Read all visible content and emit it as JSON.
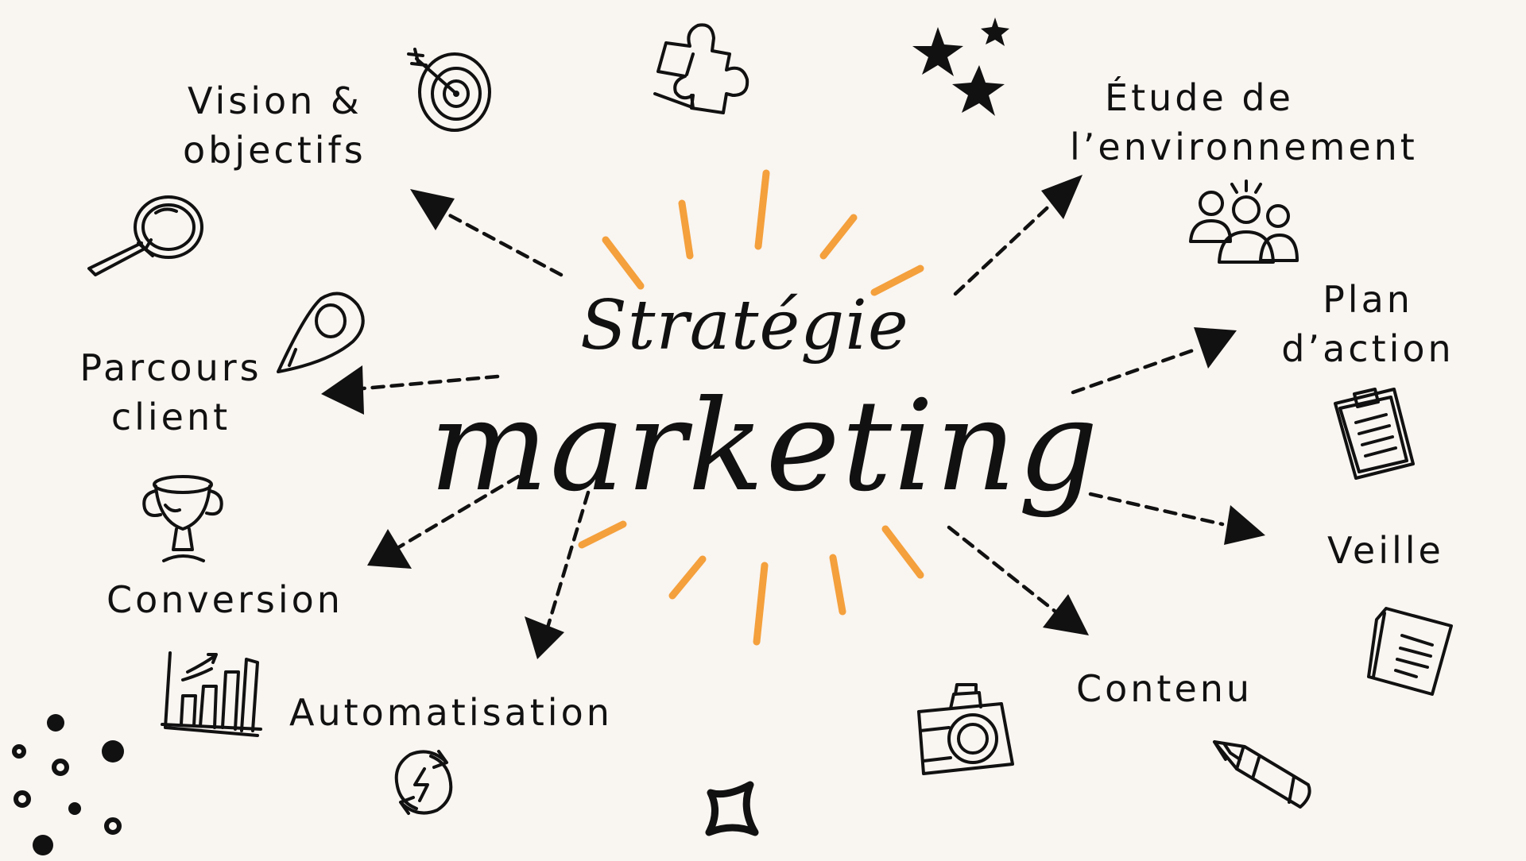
{
  "title": {
    "line1": "Stratégie",
    "line2": "marketing"
  },
  "branches": {
    "vision": {
      "line1": "Vision &",
      "line2": "objectifs"
    },
    "etude": {
      "line1": "Étude de",
      "line2": "l’environnement"
    },
    "parcours": {
      "line1": "Parcours",
      "line2": "client"
    },
    "plan": {
      "line1": "Plan",
      "line2": "d’action"
    },
    "conversion": "Conversion",
    "veille": "Veille",
    "automatisation": "Automatisation",
    "contenu": "Contenu"
  },
  "icons": [
    "target-icon",
    "magnifier-icon",
    "puzzle-icon",
    "stars-icon",
    "people-icon",
    "location-pin-icon",
    "clipboard-icon",
    "trophy-icon",
    "documents-icon",
    "chart-icon",
    "refresh-icon",
    "camera-icon",
    "pencil-icon",
    "sparkle-icon",
    "dots-icon"
  ],
  "colors": {
    "background": "#f9f5f1",
    "ink": "#111111",
    "accent": "#f4a03c"
  }
}
